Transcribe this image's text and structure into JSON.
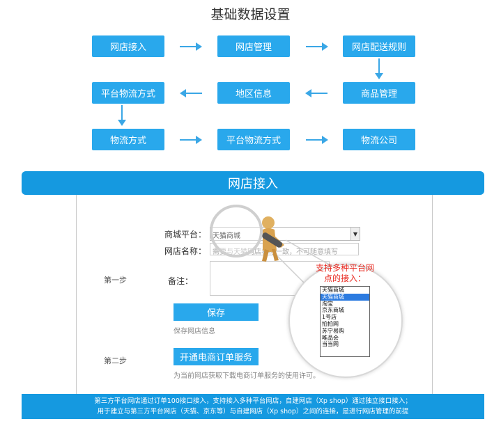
{
  "page_title": "基础数据设置",
  "flow": {
    "row1": [
      "网店接入",
      "网店管理",
      "网店配送规则"
    ],
    "row2": [
      "平台物流方式",
      "地区信息",
      "商品管理"
    ],
    "row3": [
      "物流方式",
      "平台物流方式",
      "物流公司"
    ]
  },
  "section_title": "网店接入",
  "form": {
    "mall_platform_label": "商城平台：",
    "mall_platform_value": "天猫商城",
    "store_name_label": "网店名称：",
    "store_name_placeholder": "需要与天猫网店名称一致，不可随意填写",
    "remark_label": "备注：",
    "step1_label": "第一步",
    "save_button": "保存",
    "save_hint": "保存网店信息",
    "step2_label": "第二步",
    "order_service_button": "开通电商订单服务",
    "order_service_hint": "为当前网店获取下载电商订单服务的使用许可。"
  },
  "zoom_callout": {
    "text": "支持多种平台网点的接入：",
    "options": [
      "天猫商城",
      "天猫商城",
      "淘宝",
      "京东商城",
      "1号店",
      "拍拍网",
      "苏宁易购",
      "唯品会",
      "当当网"
    ],
    "selected_index": 1
  },
  "footer": {
    "line1": "第三方平台网店通过订单100接口接入，支持接入多种平台网店，自建网店（Xp shop）通过独立接口接入；",
    "line2": "用于建立与第三方平台网店（天猫、京东等）与自建网店（Xp shop）之间的连接，是进行网店管理的前提"
  }
}
